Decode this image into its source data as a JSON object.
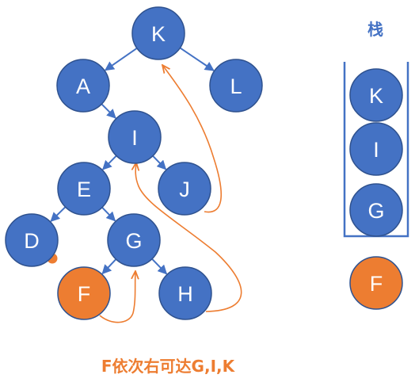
{
  "colors": {
    "node_blue": "#4472C4",
    "node_orange": "#ED7D31",
    "node_stroke": "#2F528F",
    "edge": "#4472C4",
    "trace": "#ED7D31"
  },
  "tree": {
    "nodes": {
      "K": {
        "label": "K",
        "color": "blue"
      },
      "A": {
        "label": "A",
        "color": "blue"
      },
      "L": {
        "label": "L",
        "color": "blue"
      },
      "I": {
        "label": "I",
        "color": "blue"
      },
      "E": {
        "label": "E",
        "color": "blue"
      },
      "J": {
        "label": "J",
        "color": "blue"
      },
      "D": {
        "label": "D",
        "color": "blue"
      },
      "G": {
        "label": "G",
        "color": "blue"
      },
      "F": {
        "label": "F",
        "color": "orange"
      },
      "H": {
        "label": "H",
        "color": "blue"
      }
    },
    "edges": [
      [
        "K",
        "A"
      ],
      [
        "K",
        "L"
      ],
      [
        "A",
        "I"
      ],
      [
        "I",
        "E"
      ],
      [
        "I",
        "J"
      ],
      [
        "E",
        "D"
      ],
      [
        "E",
        "G"
      ],
      [
        "G",
        "F"
      ],
      [
        "G",
        "H"
      ]
    ]
  },
  "stack": {
    "title": "栈",
    "items": [
      "K",
      "I",
      "G"
    ],
    "pending": "F"
  },
  "caption": "F依次右可达G,I,K"
}
